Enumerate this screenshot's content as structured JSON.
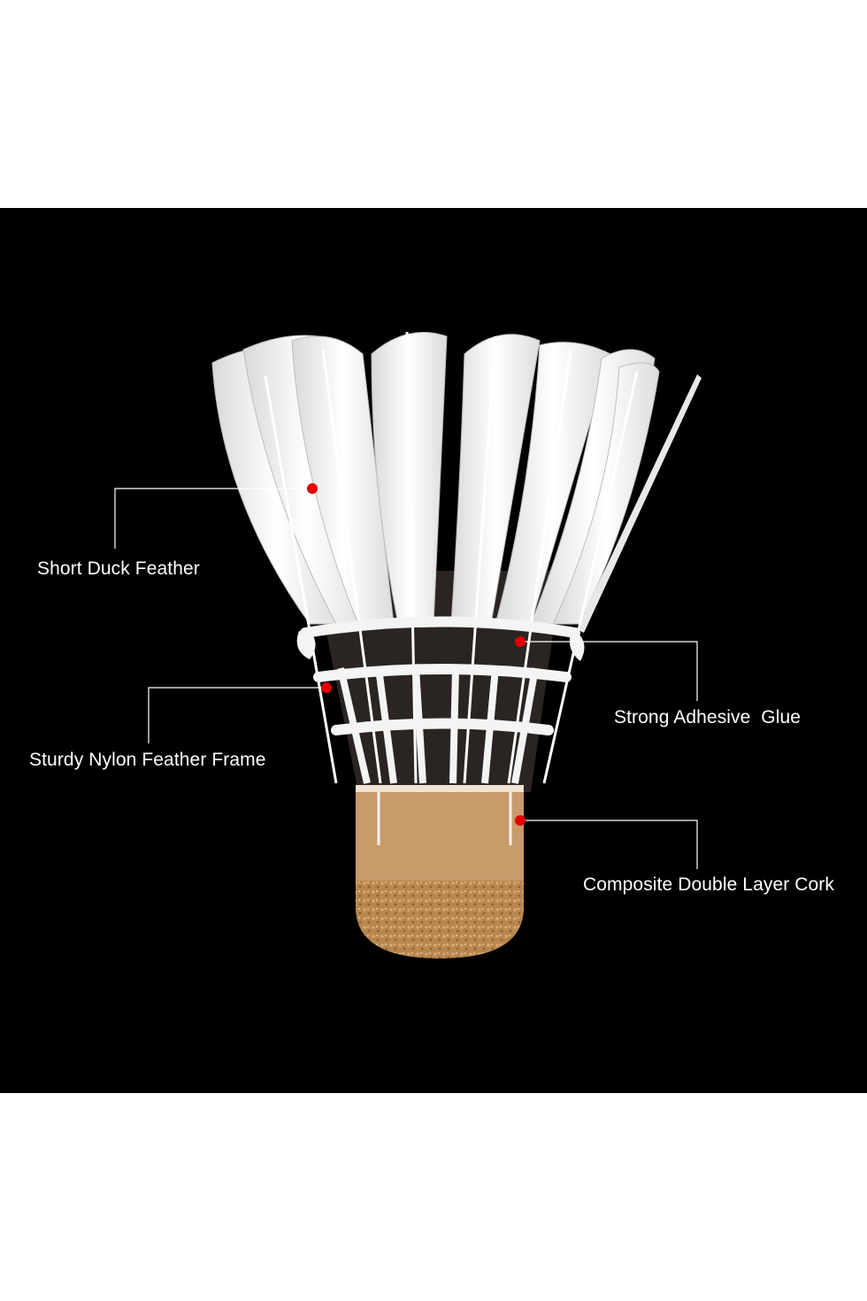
{
  "labels": {
    "short_duck_feather": "Short Duck Feather",
    "sturdy_nylon_frame": "Sturdy Nylon Feather Frame",
    "strong_adhesive_glue": "Strong Adhesive  Glue",
    "composite_cork": "Composite Double Layer Cork"
  },
  "colors": {
    "background": "#000000",
    "page": "#ffffff",
    "feather": "#f2f2f2",
    "cork_top": "#c99a6a",
    "cork_bottom": "#b8874f",
    "marker": "#e00000",
    "leader_line": "#ffffff"
  }
}
